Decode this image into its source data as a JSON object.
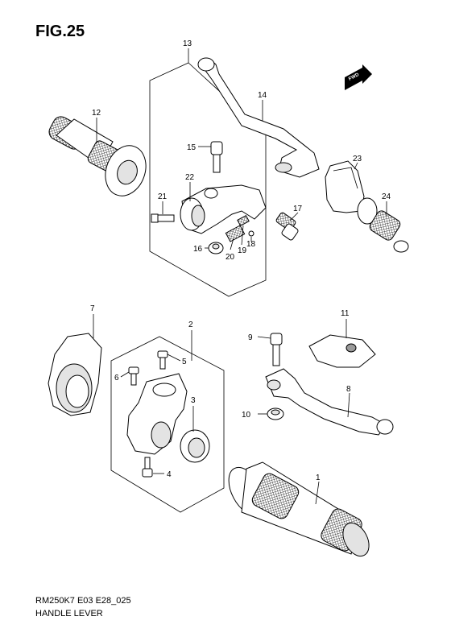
{
  "figure_title": "FIG.25",
  "footer": {
    "model_code": "RM250K7 E03 E28_025",
    "section_name": "HANDLE LEVER"
  },
  "fwd_label": "FWD",
  "callouts": {
    "c1": "1",
    "c2": "2",
    "c3": "3",
    "c4": "4",
    "c5": "5",
    "c6": "6",
    "c7": "7",
    "c8": "8",
    "c9": "9",
    "c10": "10",
    "c11": "11",
    "c12": "12",
    "c13": "13",
    "c14": "14",
    "c15": "15",
    "c16": "16",
    "c17": "17",
    "c18": "18",
    "c19": "19",
    "c20": "20",
    "c21": "21",
    "c22": "22",
    "c23": "23",
    "c24": "24"
  }
}
